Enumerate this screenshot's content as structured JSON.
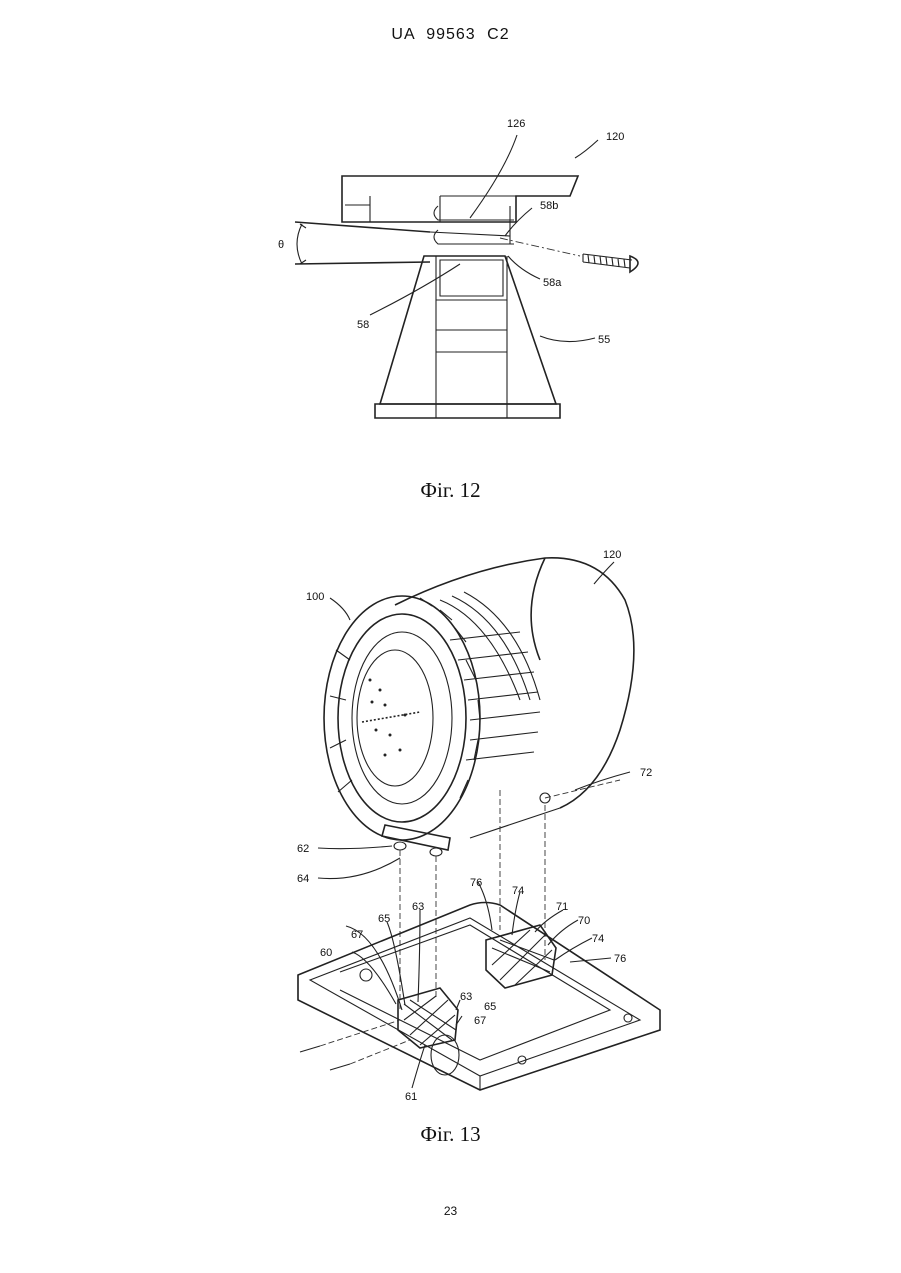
{
  "header": {
    "patent_number": "UA  99563  C2"
  },
  "figure12": {
    "caption": "Фіг. 12",
    "labels": {
      "l126": "126",
      "l120": "120",
      "l58b": "58b",
      "theta": "θ",
      "l58a": "58a",
      "l58": "58",
      "l55": "55"
    }
  },
  "figure13": {
    "caption": "Фіг. 13",
    "labels": {
      "l120": "120",
      "l100": "100",
      "l72": "72",
      "l62": "62",
      "l64": "64",
      "l76a": "76",
      "l74a": "74",
      "l71": "71",
      "l70": "70",
      "l74b": "74",
      "l76b": "76",
      "l63a": "63",
      "l65a": "65",
      "l67a": "67",
      "l60": "60",
      "l63b": "63",
      "l65b": "65",
      "l67b": "67",
      "l61": "61"
    }
  },
  "footer": {
    "page_number": "23"
  }
}
